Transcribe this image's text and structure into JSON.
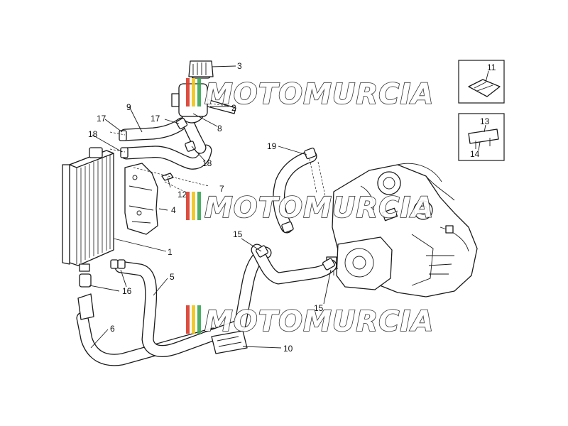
{
  "parts": [
    {
      "id": "p1",
      "label": "1"
    },
    {
      "id": "p2",
      "label": "2"
    },
    {
      "id": "p3",
      "label": "3"
    },
    {
      "id": "p4",
      "label": "4"
    },
    {
      "id": "p5",
      "label": "5"
    },
    {
      "id": "p6",
      "label": "6"
    },
    {
      "id": "p7",
      "label": "7"
    },
    {
      "id": "p8",
      "label": "8"
    },
    {
      "id": "p9",
      "label": "9"
    },
    {
      "id": "p10",
      "label": "10"
    },
    {
      "id": "p11",
      "label": "11"
    },
    {
      "id": "p12",
      "label": "12"
    },
    {
      "id": "p13",
      "label": "13"
    },
    {
      "id": "p14",
      "label": "14"
    },
    {
      "id": "p15a",
      "label": "15"
    },
    {
      "id": "p15b",
      "label": "15"
    },
    {
      "id": "p16",
      "label": "16"
    },
    {
      "id": "p17a",
      "label": "17"
    },
    {
      "id": "p17b",
      "label": "17"
    },
    {
      "id": "p18a",
      "label": "18"
    },
    {
      "id": "p18b",
      "label": "18"
    },
    {
      "id": "p19",
      "label": "19"
    }
  ],
  "watermark": {
    "text": "MOTOMURCIA",
    "stripe_colors": [
      "#d93a2b",
      "#f0c419",
      "#3aa655"
    ]
  }
}
